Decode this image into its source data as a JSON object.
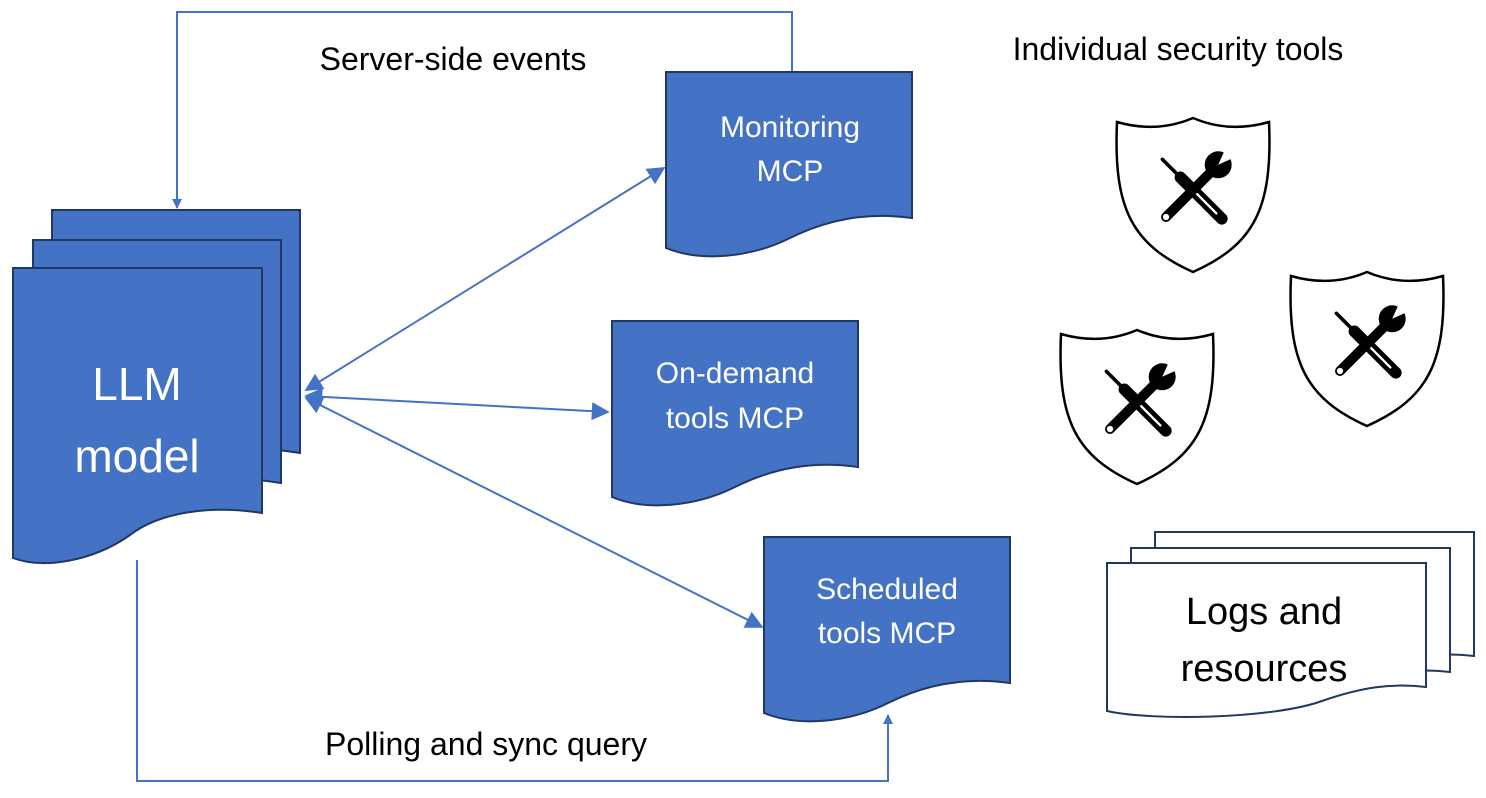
{
  "captions": {
    "server_side_events": "Server-side events",
    "individual_tools": "Individual security tools",
    "polling": "Polling and sync query"
  },
  "llm": {
    "line1": "LLM",
    "line2": "model"
  },
  "monitoring": {
    "line1": "Monitoring",
    "line2": "MCP"
  },
  "on_demand": {
    "line1": "On-demand",
    "line2": "tools MCP"
  },
  "scheduled": {
    "line1": "Scheduled",
    "line2": "tools MCP"
  },
  "logs": {
    "line1": "Logs and",
    "line2": "resources"
  },
  "colors": {
    "doc_fill": "#4472C4",
    "doc_border": "#1F3864",
    "connector": "#4472C4"
  },
  "icons": [
    "shield-tools-icon",
    "shield-tools-icon",
    "shield-tools-icon"
  ]
}
